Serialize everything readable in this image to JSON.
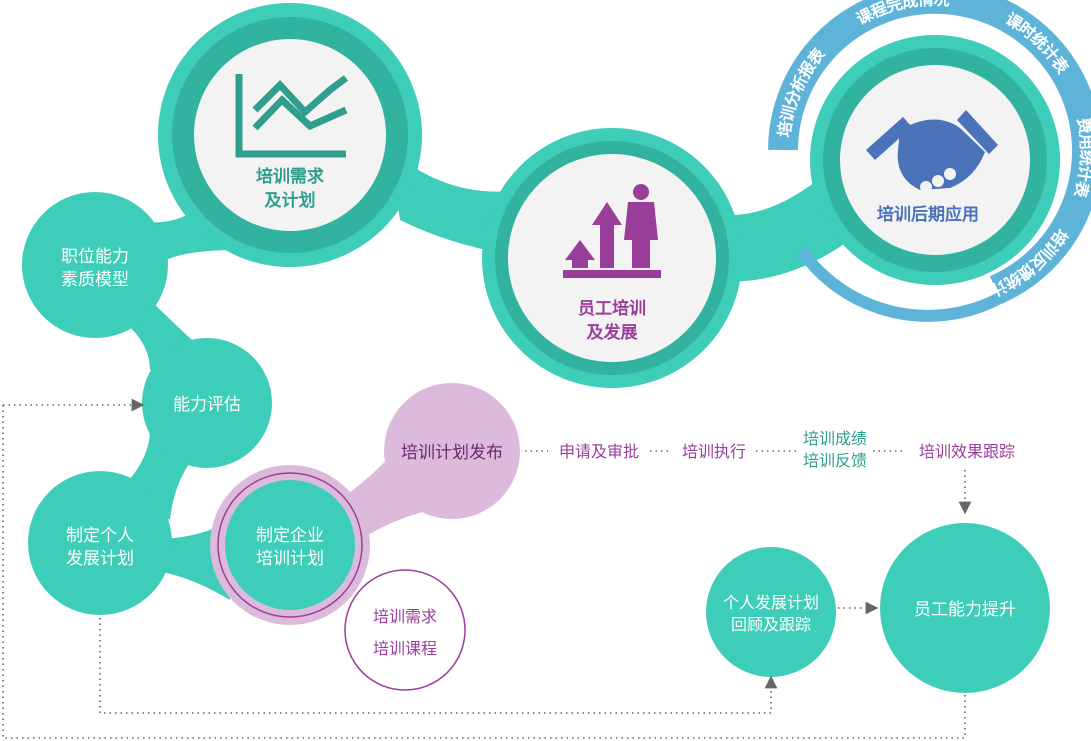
{
  "nodes": {
    "training_needs": {
      "line1": "培训需求",
      "line2": "及计划"
    },
    "employee_training": {
      "line1": "员工培训",
      "line2": "及发展"
    },
    "post_training": {
      "line1": "培训后期应用"
    },
    "competency_model": {
      "line1": "职位能力",
      "line2": "素质模型"
    },
    "ability_eval": {
      "line1": "能力评估"
    },
    "personal_plan": {
      "line1": "制定个人",
      "line2": "发展计划"
    },
    "enterprise_plan": {
      "line1": "制定企业",
      "line2": "培训计划"
    },
    "plan_release": {
      "line1": "培训计划发布"
    },
    "needs_courses": {
      "line1": "培训需求",
      "line2": "培训课程"
    },
    "review_tracking": {
      "line1": "个人发展计划",
      "line2": "回顾及跟踪"
    },
    "ability_improve": {
      "line1": "员工能力提升"
    }
  },
  "flow": {
    "step1": "申请及审批",
    "step2": "培训执行",
    "step3_line1": "培训成绩",
    "step3_line2": "培训反馈",
    "step4": "培训效果跟踪"
  },
  "arc_labels": [
    "培训分析报表",
    "课程完成情况",
    "课时统计表",
    "费用统计表",
    "培训反馈统计"
  ],
  "colors": {
    "teal": "#3ecdb8",
    "teal_dark": "#32b3a0",
    "teal_text": "#2f9e8c",
    "purple": "#9a3e9c",
    "purple_light": "#dcbadb",
    "blue": "#4b73b9",
    "arc_blue": "#5db4d8",
    "dot_line": "#666666"
  },
  "icons": [
    "line-chart-icon",
    "growth-businessman-icon",
    "handshake-icon"
  ]
}
